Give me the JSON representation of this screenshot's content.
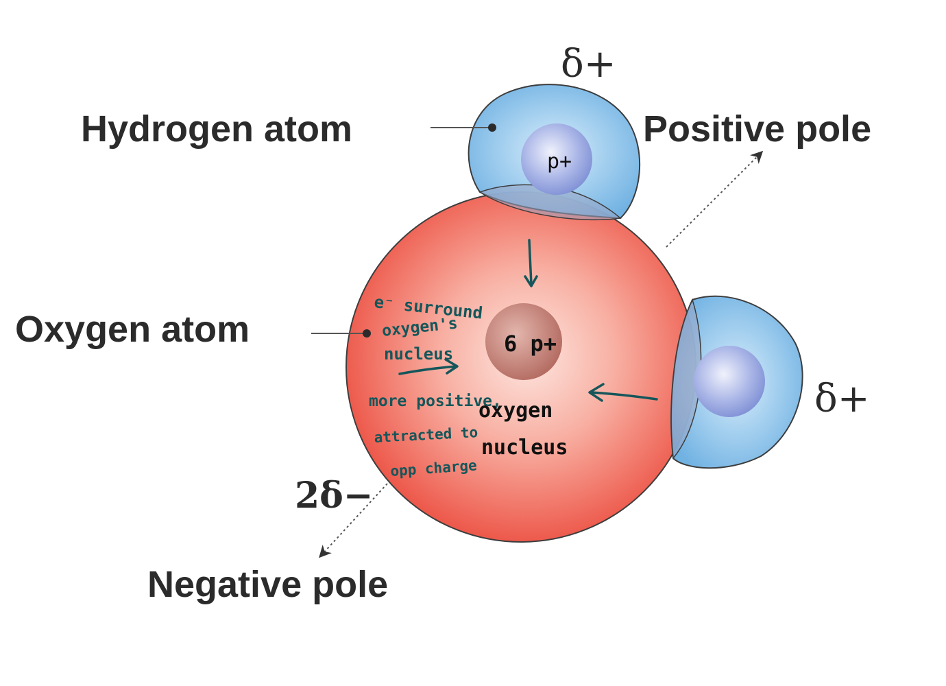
{
  "labels": {
    "hydrogen_atom": "Hydrogen atom",
    "oxygen_atom": "Oxygen atom",
    "positive_pole": "Positive pole",
    "negative_pole": "Negative pole"
  },
  "charges": {
    "delta_plus_top": "δ+",
    "delta_plus_right": "δ+",
    "two_delta_minus": "2δ−"
  },
  "nuclei": {
    "hydrogen_proton": "p+",
    "oxygen_protons": "6 p+"
  },
  "annotations": {
    "electron_line1": "e⁻ surround",
    "electron_line2": "oxygen's",
    "electron_line3": "nucleus",
    "attract_line1": "more positive,",
    "attract_line2": "attracted to",
    "attract_line3": "opp charge",
    "nucleus_line1": "oxygen",
    "nucleus_line2": "nucleus"
  },
  "colors": {
    "oxygen": "#ee5a4c",
    "hydrogen": "#74b8e6",
    "ink": "#15565a",
    "text": "#2b2b2b"
  }
}
